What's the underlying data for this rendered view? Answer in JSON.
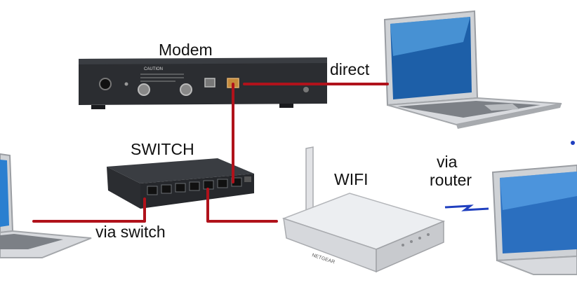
{
  "labels": {
    "modem": "Modem",
    "direct": "direct",
    "switch": "SWITCH",
    "wifi": "WIFI",
    "via": "via",
    "router": "router",
    "via_switch": "via switch"
  },
  "device_text": {
    "modem_caution": "CAUTION",
    "router_brand": "NETGEAR"
  },
  "colors": {
    "cable": "#b0121b",
    "wireless": "#1f3fbf",
    "device_dark": "#2b2d31",
    "router_body": "#e6e7ea"
  }
}
